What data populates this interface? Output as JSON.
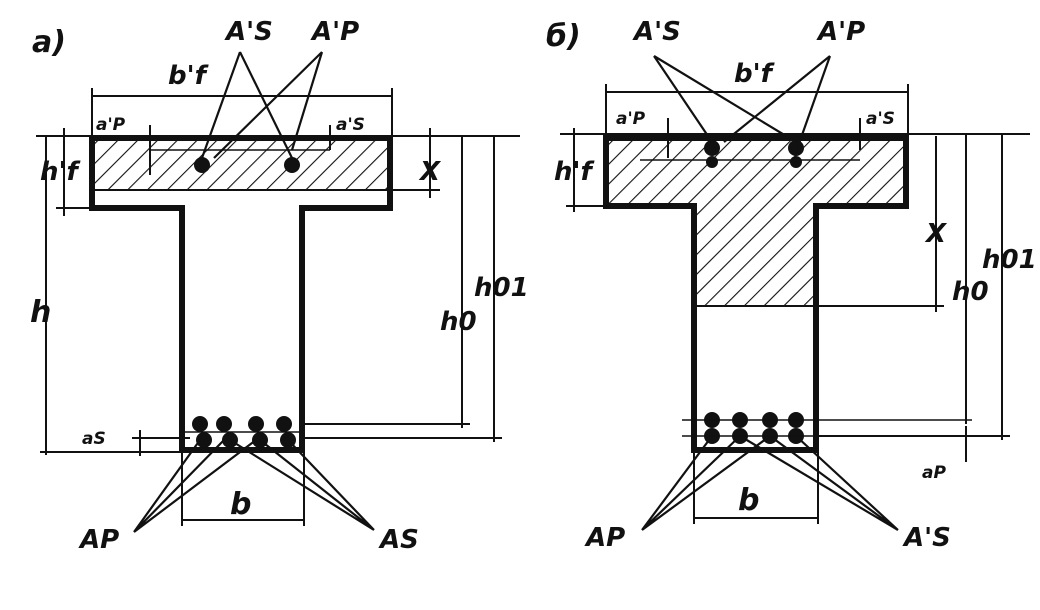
{
  "figure": {
    "panels": [
      {
        "id": "a",
        "tag": "а)",
        "labels": {
          "As_prime": "A'S",
          "Ap_prime": "A'P",
          "bf_prime": "b'f",
          "ap_prime": "a'P",
          "as_prime": "a'S",
          "hf_prime": "h'f",
          "x": "X",
          "h": "h",
          "h0": "h0",
          "h01": "h01",
          "as": "aS",
          "b": "b",
          "Ap": "AP",
          "As": "AS"
        }
      },
      {
        "id": "b",
        "tag": "б)",
        "labels": {
          "As_prime": "A'S",
          "Ap_prime": "A'P",
          "bf_prime": "b'f",
          "ap_prime": "a'P",
          "as_prime": "a'S",
          "hf_prime": "h'f",
          "x": "X",
          "h0": "h0",
          "h01": "h01",
          "ap": "aP",
          "b": "b",
          "Ap": "AP",
          "As": "A'S"
        }
      }
    ]
  }
}
